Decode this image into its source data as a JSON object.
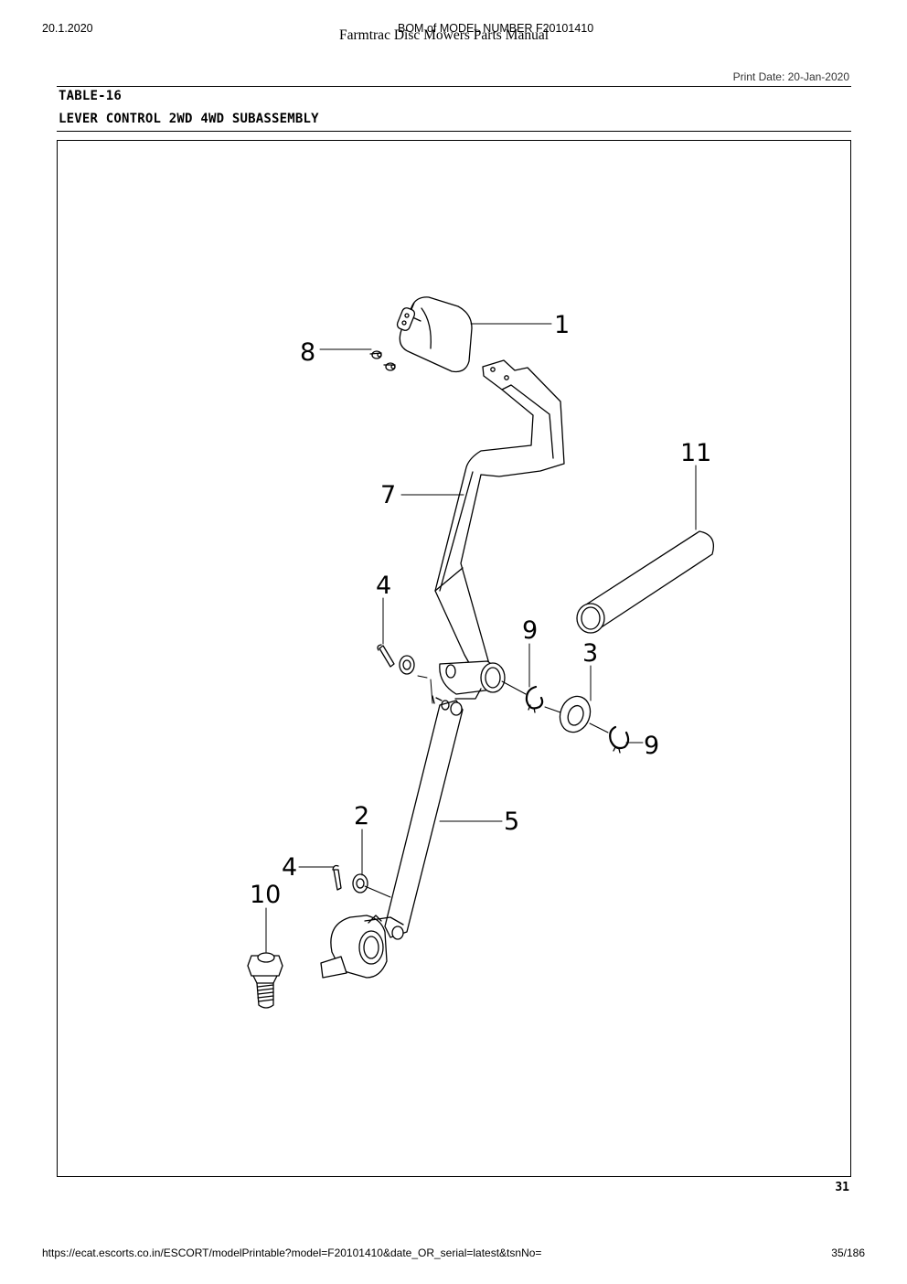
{
  "header": {
    "date": "20.1.2020",
    "title_over": "BOM of MODEL NUMBER F20101410",
    "title_under": "Farmtrac Disc Mowers Parts Manual",
    "print_date": "Print Date: 20-Jan-2020"
  },
  "table": {
    "number": "TABLE-16",
    "name": "LEVER CONTROL 2WD 4WD SUBASSEMBLY"
  },
  "diagram": {
    "callouts": {
      "c1": "1",
      "c2": "2",
      "c3": "3",
      "c4a": "4",
      "c4b": "4",
      "c5": "5",
      "c7": "7",
      "c8": "8",
      "c9a": "9",
      "c9b": "9",
      "c10": "10",
      "c11": "11"
    }
  },
  "page_number": "31",
  "footer": {
    "url": "https://ecat.escorts.co.in/ESCORT/modelPrintable?model=F20101410&date_OR_serial=latest&tsnNo=",
    "pages": "35/186"
  }
}
